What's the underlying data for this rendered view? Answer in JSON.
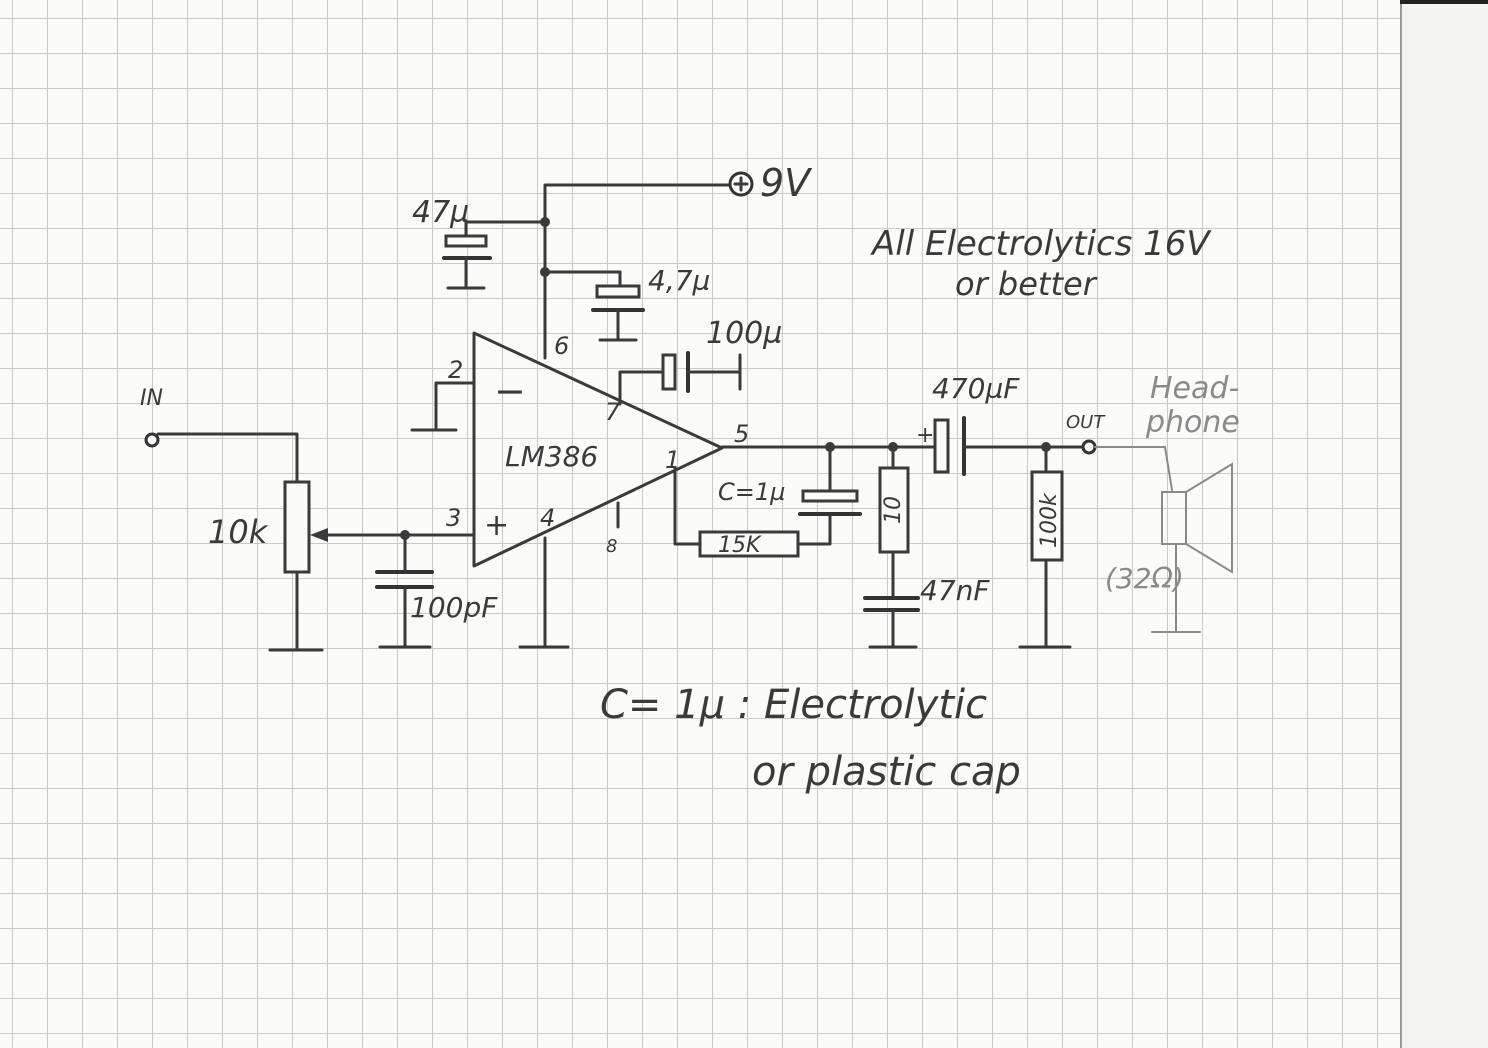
{
  "labels": {
    "supply": "9V",
    "c_supply": "47µ",
    "c_bypass": "4,7µ",
    "c_gain_pin7": "100µ",
    "pin2": "2",
    "pin3": "3",
    "pin4": "4",
    "pin5": "5",
    "pin6": "6",
    "pin7": "7",
    "pin1": "1",
    "pin8": "8",
    "minus": "−",
    "plus": "+",
    "ic": "LM386",
    "input": "IN",
    "pot": "10k",
    "c_input": "100pF",
    "c_feedback": "C=1µ",
    "r_feedback": "15K",
    "r_zobel": "10",
    "c_zobel": "47nF",
    "c_output": "470µF",
    "r_load": "100k",
    "output": "OUT",
    "headphone_1": "Head-",
    "headphone_2": "phone",
    "impedance": "(32Ω)",
    "note_1_line1": "All Electrolytics 16V",
    "note_1_line2": "or better",
    "note_2_line1": "C= 1µ : Electrolytic",
    "note_2_line2": "or plastic cap"
  }
}
